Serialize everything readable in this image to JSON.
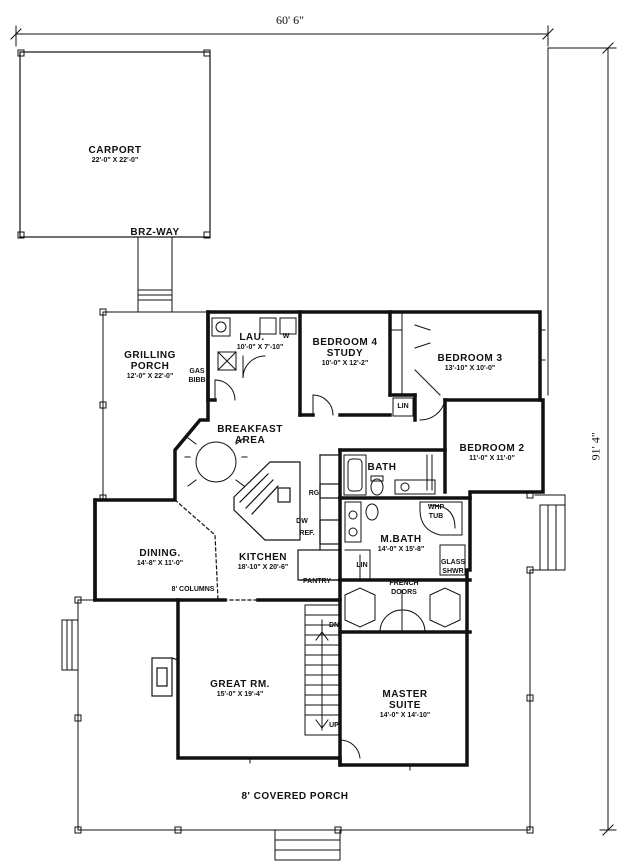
{
  "dimensions": {
    "width": "60' 6\"",
    "depth": "91' 4\""
  },
  "rooms": {
    "carport": {
      "name": "CARPORT",
      "size": "22'-0\" X 22'-0\""
    },
    "brzway": {
      "name": "BRZ-WAY"
    },
    "grilling": {
      "name": "GRILLING",
      "name2": "PORCH",
      "size": "12'-0\" X 22'-0\""
    },
    "gasbibb": {
      "line1": "GAS",
      "line2": "BIBB"
    },
    "lau": {
      "name": "LAU.",
      "size": "10'-0\" X 7'-10\"",
      "w": "W"
    },
    "bedroom4": {
      "name": "BEDROOM 4",
      "name2": "STUDY",
      "size": "10'-0\" X 12'-2\""
    },
    "bedroom3": {
      "name": "BEDROOM 3",
      "size": "13'-10\" X 10'-0\""
    },
    "lin1": {
      "name": "LIN"
    },
    "breakfast": {
      "name": "BREAKFAST",
      "name2": "AREA"
    },
    "bedroom2": {
      "name": "BEDROOM 2",
      "size": "11'-0\" X 11'-0\""
    },
    "bath": {
      "name": "BATH"
    },
    "rg": {
      "name": "RG"
    },
    "dw": {
      "name": "DW"
    },
    "ref": {
      "name": "REF."
    },
    "whp": {
      "line1": "WHP",
      "line2": "TUB"
    },
    "mbath": {
      "name": "M.BATH",
      "size": "14'-0\" X 15'-8\""
    },
    "lin2": {
      "name": "LIN"
    },
    "glass": {
      "line1": "GLASS",
      "line2": "SHWR"
    },
    "dining": {
      "name": "DINING.",
      "size": "14'-8\" X 11'-0\""
    },
    "kitchen": {
      "name": "KITCHEN",
      "size": "18'-10\" X 20'-6\""
    },
    "pantry": {
      "name": "PANTRY"
    },
    "columns": {
      "label": "8' COLUMNS"
    },
    "french": {
      "line1": "FRENCH",
      "line2": "DOORS"
    },
    "dn": {
      "name": "DN"
    },
    "up": {
      "name": "UP"
    },
    "great": {
      "name": "GREAT RM.",
      "size": "15'-0\" X 19'-4\""
    },
    "master": {
      "name": "MASTER",
      "name2": "SUITE",
      "size": "14'-0\" X 14'-10\""
    },
    "porch": {
      "name": "8' COVERED PORCH"
    }
  }
}
